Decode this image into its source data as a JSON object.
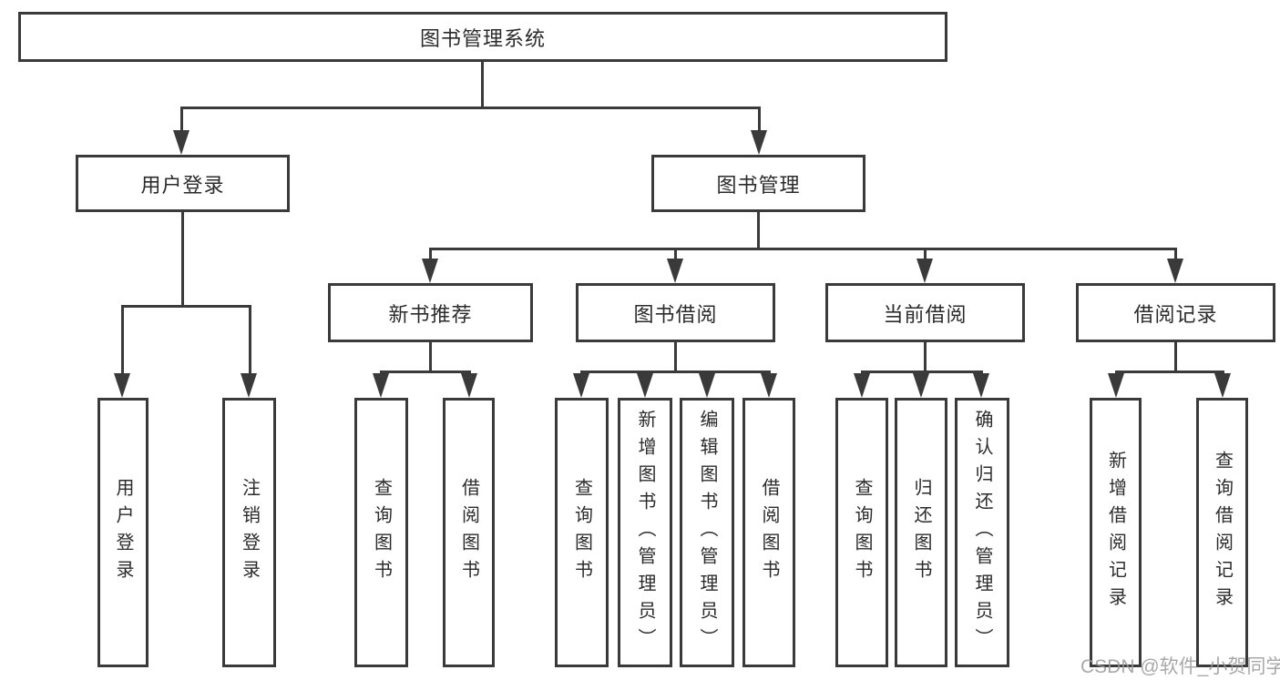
{
  "diagram": {
    "root": {
      "label": "图书管理系统"
    },
    "tier2": [
      {
        "label": "用户登录"
      },
      {
        "label": "图书管理"
      }
    ],
    "tier3": [
      {
        "label": "新书推荐",
        "parent": "图书管理"
      },
      {
        "label": "图书借阅",
        "parent": "图书管理"
      },
      {
        "label": "当前借阅",
        "parent": "图书管理"
      },
      {
        "label": "借阅记录",
        "parent": "图书管理"
      }
    ],
    "leaves": [
      {
        "label": "用户登录",
        "parent": "用户登录"
      },
      {
        "label": "注销登录",
        "parent": "用户登录"
      },
      {
        "label": "查询图书",
        "parent": "新书推荐"
      },
      {
        "label": "借阅图书",
        "parent": "新书推荐"
      },
      {
        "label": "查询图书",
        "parent": "图书借阅"
      },
      {
        "label": "新增图书（管理员）",
        "parent": "图书借阅"
      },
      {
        "label": "编辑图书（管理员）",
        "parent": "图书借阅"
      },
      {
        "label": "借阅图书",
        "parent": "图书借阅"
      },
      {
        "label": "查询图书",
        "parent": "当前借阅"
      },
      {
        "label": "归还图书",
        "parent": "当前借阅"
      },
      {
        "label": "确认归还（管理员）",
        "parent": "当前借阅"
      },
      {
        "label": "新增借阅记录",
        "parent": "借阅记录"
      },
      {
        "label": "查询借阅记录",
        "parent": "借阅记录"
      }
    ]
  },
  "watermark": {
    "text": "CSDN @软件_小贺同学"
  },
  "colors": {
    "border": "#3a3a3a",
    "line": "#3a3a3a",
    "text": "#2b2b2b",
    "background": "#ffffff",
    "watermark": "#9a9a9a"
  }
}
